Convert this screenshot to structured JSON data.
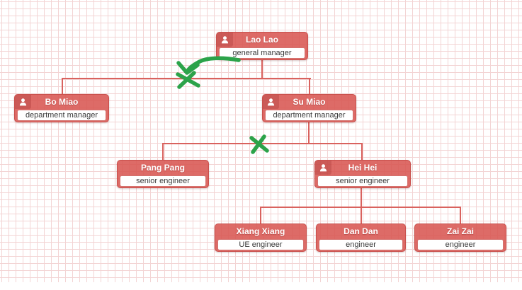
{
  "org_chart": {
    "nodes": [
      {
        "id": "laolao",
        "name": "Lao Lao",
        "title": "general manager",
        "reports_to": null,
        "has_avatar_icon": true
      },
      {
        "id": "bomiao",
        "name": "Bo Miao",
        "title": "department manager",
        "reports_to": "Lao Lao",
        "has_avatar_icon": true
      },
      {
        "id": "sumiao",
        "name": "Su Miao",
        "title": "department manager",
        "reports_to": "Lao Lao",
        "has_avatar_icon": true
      },
      {
        "id": "pangpang",
        "name": "Pang Pang",
        "title": "senior engineer",
        "reports_to": "Su Miao",
        "has_avatar_icon": false
      },
      {
        "id": "heihei",
        "name": "Hei Hei",
        "title": "senior engineer",
        "reports_to": "Su Miao",
        "has_avatar_icon": true
      },
      {
        "id": "xiangxiang",
        "name": "Xiang Xiang",
        "title": "UE engineer",
        "reports_to": "Hei Hei",
        "has_avatar_icon": false
      },
      {
        "id": "dandan",
        "name": "Dan Dan",
        "title": "engineer",
        "reports_to": "Hei Hei",
        "has_avatar_icon": false
      },
      {
        "id": "zaizai",
        "name": "Zai Zai",
        "title": "engineer",
        "reports_to": "Hei Hei",
        "has_avatar_icon": false
      }
    ],
    "annotations": [
      {
        "type": "hand-drawn-arrow",
        "color": "#2ca34a",
        "points_at": "junction of connector between Lao Lao and Bo Miao / Su Miao"
      },
      {
        "type": "hand-drawn-x-mark",
        "color": "#2ca34a",
        "on": "connector line below Lao Lao"
      },
      {
        "type": "hand-drawn-x-mark",
        "color": "#2ca34a",
        "on": "connector line between Su Miao and Pang Pang / Hei Hei"
      }
    ],
    "colors": {
      "node_background": "#d85652",
      "node_border": "#c9504c",
      "connector": "#d9625e",
      "grid_line": "#f3d4d4",
      "annotation_green": "#2ca34a",
      "header_text": "#ffffff",
      "body_text": "#3a3a3a"
    }
  }
}
